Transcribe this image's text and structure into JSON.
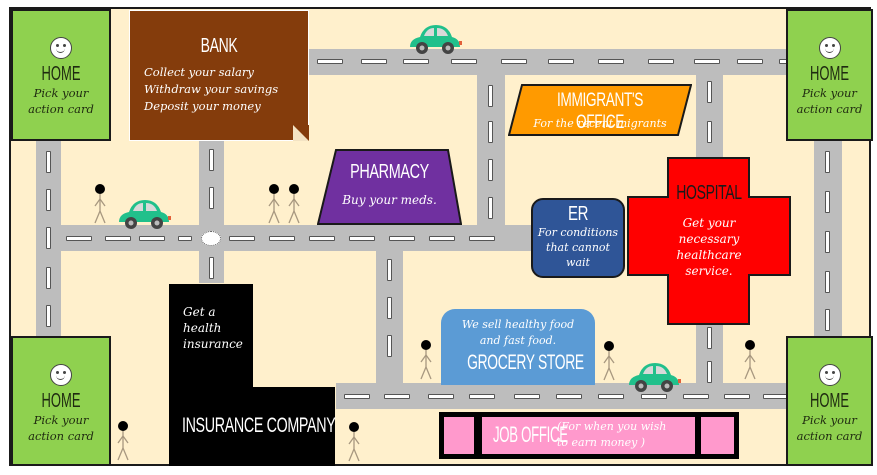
{
  "board": {
    "name": "Life simulation board game map",
    "colors": {
      "background": "#fff0cc",
      "road": "#bdbdbd",
      "home": "#8fd14f",
      "bank": "#843c0c",
      "pharmacy": "#7030a0",
      "immigrant_office": "#ff9a00",
      "er": "#2f5597",
      "hospital": "#ff0000",
      "grocery": "#5b9bd5",
      "insurance": "#000000",
      "job_office": "#ff99cc",
      "car": "#21c08b"
    }
  },
  "homes": [
    {
      "id": "top-left",
      "title": "HOME",
      "subtitle_line1": "Pick your",
      "subtitle_line2": "action card"
    },
    {
      "id": "top-right",
      "title": "HOME",
      "subtitle_line1": "Pick your",
      "subtitle_line2": "action card"
    },
    {
      "id": "bottom-left",
      "title": "HOME",
      "subtitle_line1": "Pick your",
      "subtitle_line2": "action card"
    },
    {
      "id": "bottom-right",
      "title": "HOME",
      "subtitle_line1": "Pick your",
      "subtitle_line2": "action card"
    }
  ],
  "bank": {
    "title": "BANK",
    "lines": [
      "Collect your salary",
      "Withdraw your savings",
      "Deposit your money"
    ]
  },
  "immigrant_office": {
    "title": "IMMIGRANT'S OFFICE",
    "subtitle": "For the recent migrants"
  },
  "pharmacy": {
    "title": "PHARMACY",
    "subtitle": "Buy your meds."
  },
  "er": {
    "title": "ER",
    "lines": [
      "For conditions",
      "that cannot",
      "wait"
    ]
  },
  "hospital": {
    "title": "HOSPITAL",
    "lines": [
      "Get your",
      "necessary",
      "healthcare",
      "service."
    ]
  },
  "insurance": {
    "lines": [
      "Get a",
      "health",
      "insurance"
    ],
    "title": "INSURANCE COMPANY"
  },
  "grocery": {
    "lines": [
      "We sell healthy food",
      "and fast food."
    ],
    "title": "GROCERY STORE"
  },
  "job_office": {
    "title": "JOB OFFICE",
    "subtitle_line1": "(For when you wish",
    "subtitle_line2": "to earn money )"
  }
}
